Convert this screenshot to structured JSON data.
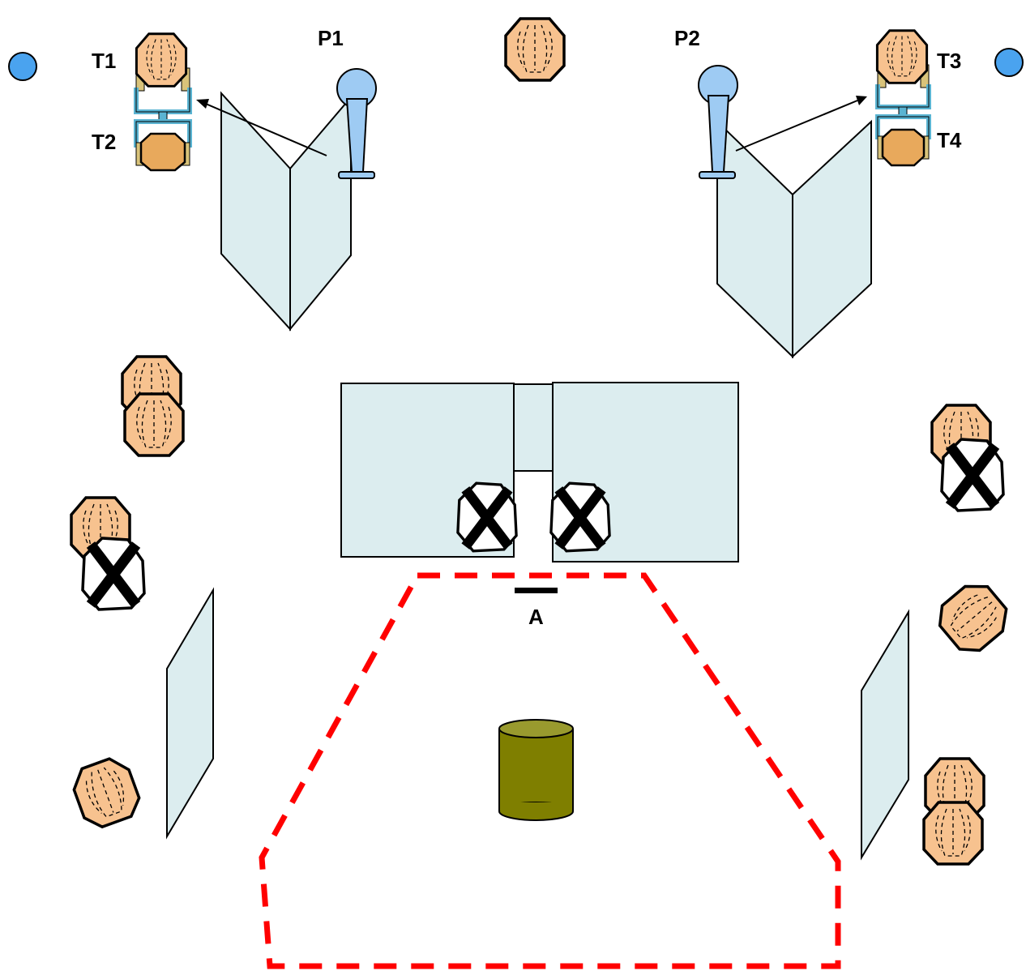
{
  "labels": {
    "p1": "P1",
    "p2": "P2",
    "t1": "T1",
    "t2": "T2",
    "t3": "T3",
    "t4": "T4",
    "a": "A"
  },
  "colors": {
    "glass": "#dcedef",
    "head": "#f7c28f",
    "seated_head": "#e8a95c",
    "chair_frame": "#5ab4d2",
    "chair_side": "#d9c37a",
    "podium": "#9ecbf3",
    "dot": "#4aa3ef",
    "camera_cylinder": "#7f7f00",
    "zone_border": "#ff0000"
  },
  "icons": {
    "person": "head-icon",
    "excluded_person": "crossed-head-icon",
    "podium": "microphone-podium-icon",
    "camera": "cylinder-icon"
  }
}
